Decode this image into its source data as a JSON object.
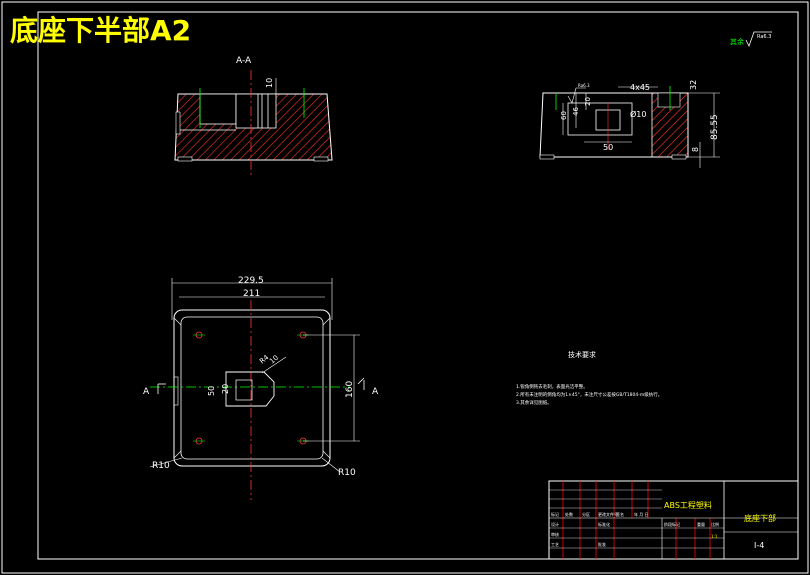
{
  "title": "底座下半部A2",
  "section_label": "A-A",
  "roughness_note": "其余",
  "roughness_value": "Ra6.3",
  "side_view": {
    "dim_top": "32",
    "dim_chamfer": "4x45",
    "dim_height": "85.55",
    "dim_base": "8",
    "dim_hole_depth": "60",
    "dim_46": "46",
    "dim_20": "20",
    "dim_50": "50",
    "dim_dia": "Ø10",
    "roughness": "Ra6.3"
  },
  "section_view": {
    "dim_10": "10"
  },
  "plan_view": {
    "dim_overall": "229.5",
    "dim_inner": "211",
    "dim_hole_spacing": "160",
    "dim_slot_50": "50",
    "dim_slot_20": "20",
    "dim_r4": "R4",
    "dim_slot_10": "10",
    "corner_r_left": "R10",
    "corner_r_right": "R10",
    "cut_left": "A",
    "cut_right": "A"
  },
  "notes": {
    "heading": "技术要求",
    "line1": "1.锐角倒钝去毛刺，表面光洁平整。",
    "line2": "2.所有未注明的倒角均为1×45°，未注尺寸公差按GB/T1804-m级执行。",
    "line3": "3.其余详见图纸。"
  },
  "title_block": {
    "company": "ABS工程塑料",
    "part_name": "底座下部",
    "drawing_no": "I-4",
    "row_mark": "标记",
    "row_count": "处数",
    "row_zone": "分区",
    "row_doc": "更改文件号",
    "row_sign": "签名",
    "row_date": "年 月 日",
    "design": "设计",
    "standard": "标准化",
    "review": "审核",
    "process": "工艺",
    "approve": "批准",
    "stage_mark": "阶段标记",
    "weight": "重量",
    "scale": "比例",
    "ratio": "1:1"
  },
  "colors": {
    "line": "#ffffff",
    "center": "#00ff00",
    "hatch": "#ff3333",
    "dim": "#ffffff",
    "title": "#ffff00",
    "frame_red": "#ff0000"
  }
}
